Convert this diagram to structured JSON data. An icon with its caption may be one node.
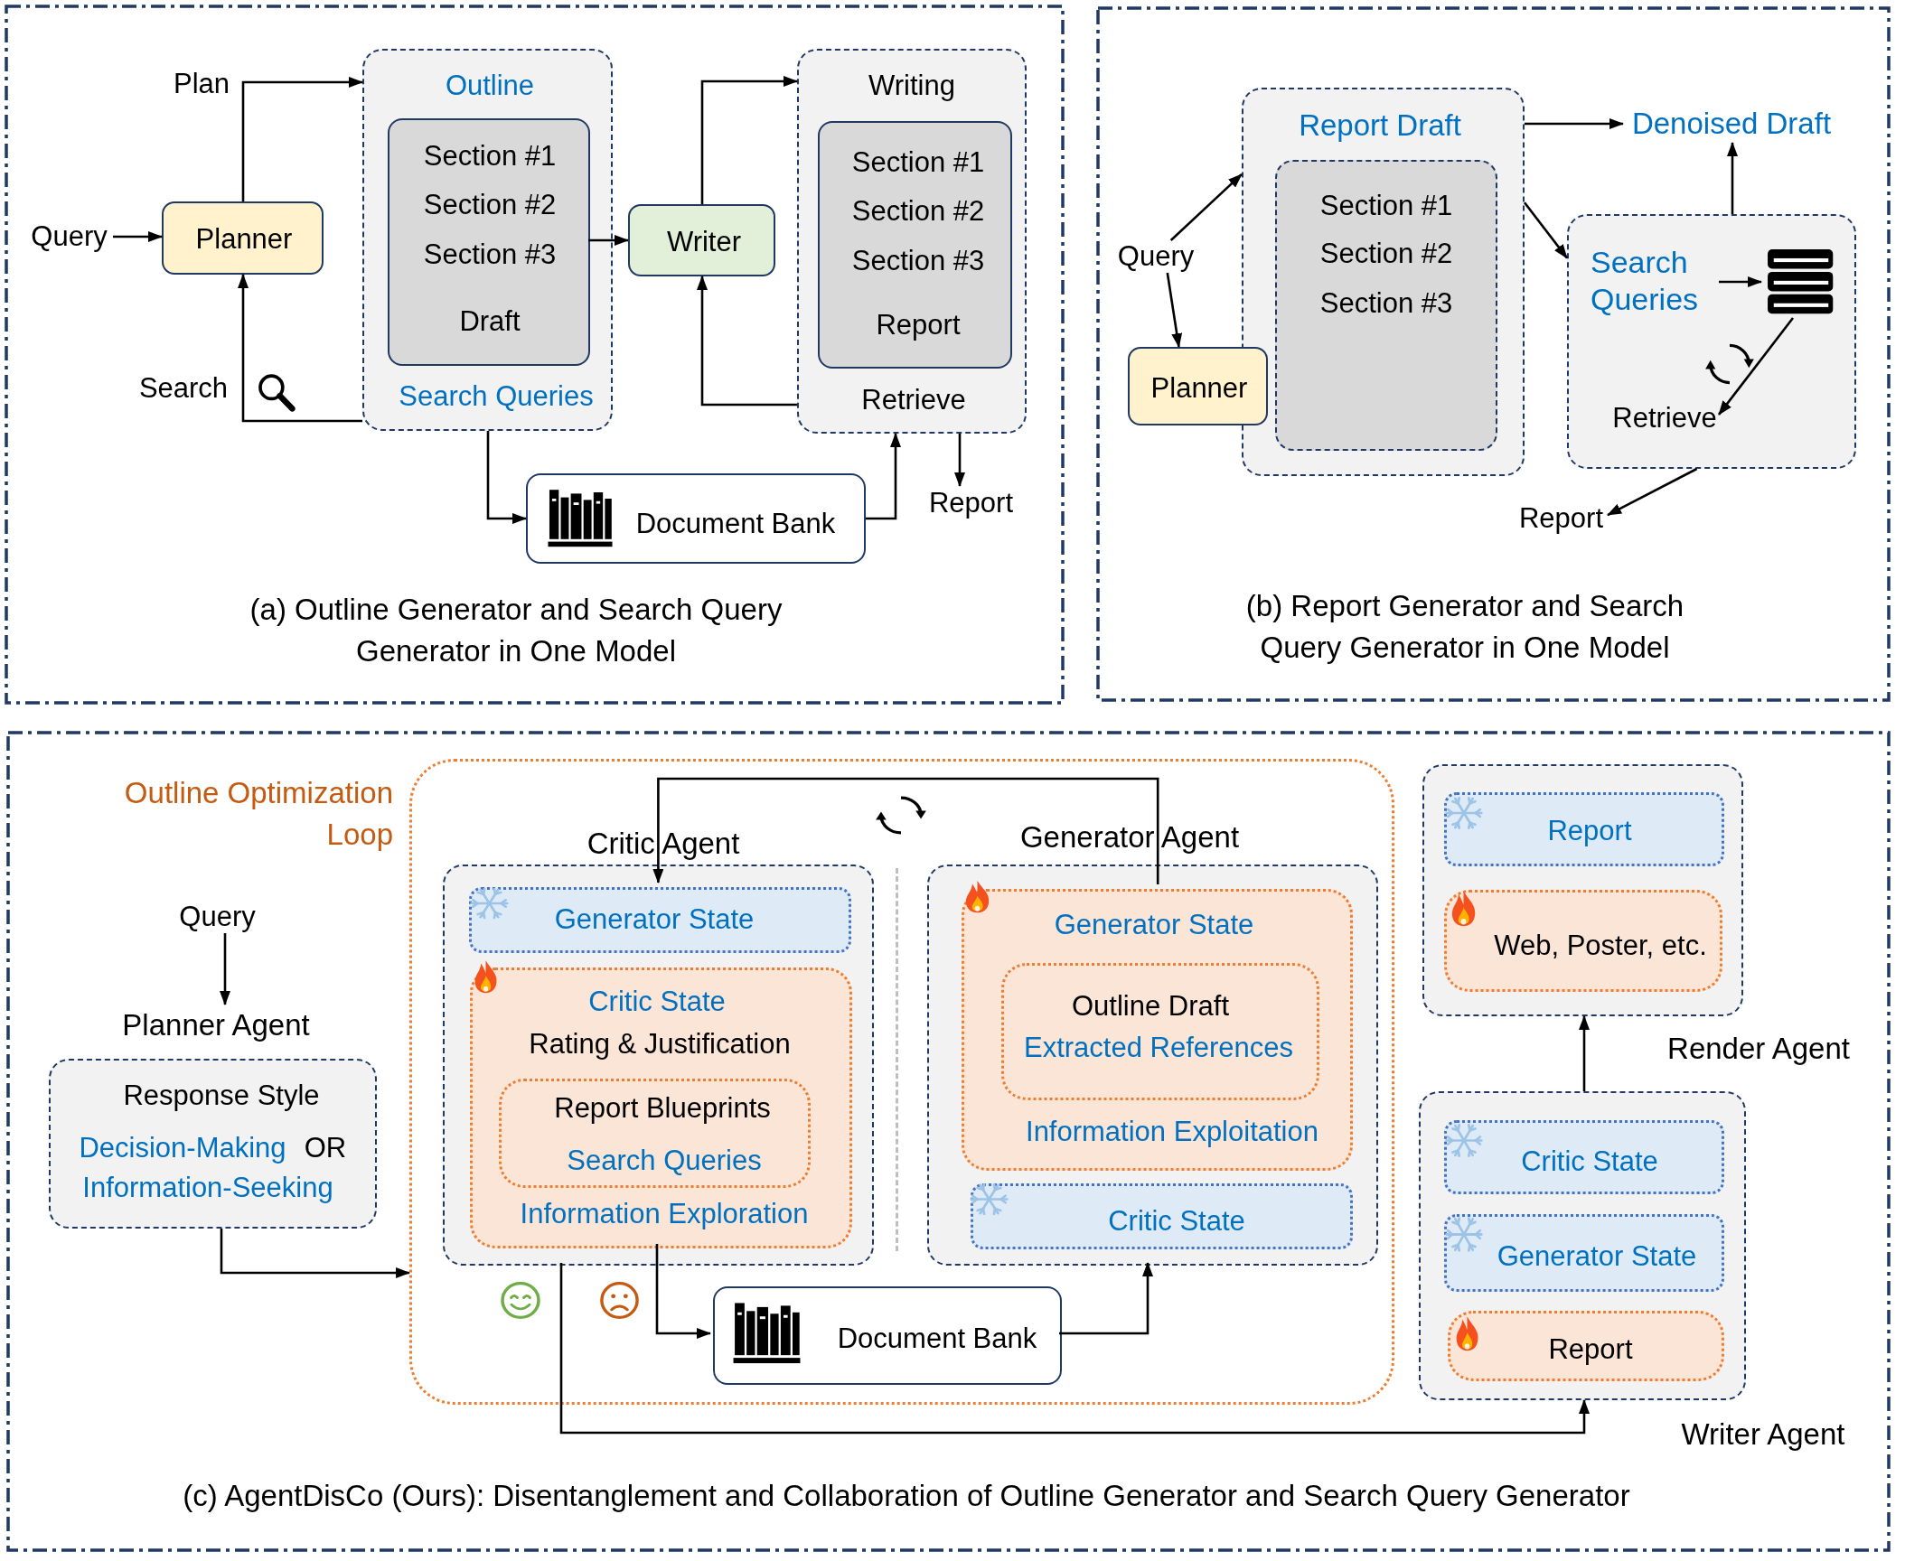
{
  "diagram": {
    "nodes": [
      {
        "text": [
          "(a) Outline Generator and Search Query Generator in One Model"
        ]
      },
      {
        "text": [
          "Query"
        ],
        "in": 0
      },
      {
        "text": [
          "Planner"
        ],
        "in": 0
      },
      {
        "text": [
          "Outline",
          "Search Queries"
        ],
        "in": 0
      },
      {
        "text": [
          "Section #1",
          "Section #2",
          "Section #3",
          "Draft"
        ],
        "in": 3
      },
      {
        "text": [
          "Writer"
        ],
        "in": 0
      },
      {
        "text": [
          "Writing",
          "Retrieve"
        ],
        "in": 0
      },
      {
        "text": [
          "Section #1",
          "Section #2",
          "Section #3",
          "Report"
        ],
        "in": 6
      },
      {
        "text": [
          "Document Bank"
        ],
        "in": 0
      },
      {
        "text": [
          "Report"
        ],
        "in": 0
      },
      {
        "text": [
          "(b) Report Generator and Search Query Generator in One Model"
        ]
      },
      {
        "text": [
          "Query"
        ],
        "in": 10
      },
      {
        "text": [
          "Report Draft"
        ],
        "in": 10
      },
      {
        "text": [
          "Section #1",
          "Section #2",
          "Section #3"
        ],
        "in": 12
      },
      {
        "text": [
          "Planner"
        ],
        "in": 10
      },
      {
        "text": [
          "Denoised Draft"
        ],
        "in": 10
      },
      {
        "text": [],
        "shape": "box",
        "in": 10
      },
      {
        "text": [
          "Search Queries"
        ],
        "in": 16
      },
      {
        "text": [],
        "shape": "picture",
        "in": 16
      },
      {
        "text": [
          "Retrieve"
        ],
        "in": 16
      },
      {
        "text": [
          "Report"
        ],
        "in": 10
      },
      {
        "text": [
          "(c) AgentDisCo (Ours): Disentanglement and Collaboration of Outline Generator and Search Query Generator"
        ]
      },
      {
        "text": [
          "Query"
        ],
        "in": 21
      },
      {
        "text": [
          "Planner Agent",
          "Response Style",
          "Decision-Making",
          "OR",
          "Information-Seeking"
        ],
        "in": 21
      },
      {
        "text": [
          "Outline Optimization Loop"
        ],
        "in": 21
      },
      {
        "text": [
          "Critic Agent"
        ],
        "in": 24
      },
      {
        "text": [
          "Generator State"
        ],
        "in": 25
      },
      {
        "text": [
          "Critic State",
          "Rating & Justification",
          "Information Exploration"
        ],
        "in": 25
      },
      {
        "text": [
          "Report Blueprints",
          "Search Queries"
        ],
        "in": 27
      },
      {
        "text": [
          "Generator Agent"
        ],
        "in": 24
      },
      {
        "text": [
          "Generator State",
          "Information Exploitation"
        ],
        "in": 29
      },
      {
        "text": [
          "Outline Draft",
          "Extracted References"
        ],
        "in": 30
      },
      {
        "text": [
          "Critic State"
        ],
        "in": 29
      },
      {
        "text": [
          "Document Bank"
        ],
        "in": 24
      },
      {
        "text": [
          "Render Agent"
        ],
        "in": 21
      },
      {
        "text": [
          "Report"
        ],
        "in": 34
      },
      {
        "text": [
          "Web, Poster, etc."
        ],
        "in": 34
      },
      {
        "text": [
          "Writer Agent"
        ],
        "in": 21
      },
      {
        "text": [
          "Critic State"
        ],
        "in": 37
      },
      {
        "text": [
          "Generator State"
        ],
        "in": 37
      },
      {
        "text": [
          "Report"
        ],
        "in": 37
      }
    ],
    "edges": [
      {
        "from": 1,
        "to": 2,
        "arrow": "to"
      },
      {
        "from": 2,
        "to": 3,
        "arrow": "to",
        "label": "Plan"
      },
      {
        "from": 3,
        "to": 2,
        "arrow": "to",
        "label": "Search"
      },
      {
        "from": 4,
        "to": 5,
        "arrow": "to"
      },
      {
        "from": 5,
        "to": 6,
        "arrow": "to"
      },
      {
        "from": 6,
        "to": 5,
        "arrow": "to"
      },
      {
        "from": 3,
        "to": 8,
        "arrow": "to"
      },
      {
        "from": 8,
        "to": 6,
        "arrow": "to"
      },
      {
        "from": 6,
        "to": 9,
        "arrow": "to"
      },
      {
        "from": 11,
        "to": 12,
        "arrow": "to"
      },
      {
        "from": 11,
        "to": 14,
        "arrow": "to"
      },
      {
        "from": 12,
        "to": 15,
        "arrow": "to"
      },
      {
        "from": 12,
        "to": 16,
        "arrow": "to"
      },
      {
        "from": 16,
        "to": 15,
        "arrow": "to"
      },
      {
        "from": 17,
        "to": 18,
        "arrow": "to"
      },
      {
        "from": 18,
        "to": 19,
        "arrow": "to"
      },
      {
        "from": 16,
        "to": 20,
        "arrow": "to"
      },
      {
        "from": 22,
        "to": 23,
        "arrow": "to"
      },
      {
        "from": 23,
        "to": 24,
        "arrow": "to"
      },
      {
        "from": 30,
        "to": 26,
        "arrow": "to"
      },
      {
        "from": 27,
        "to": 33,
        "arrow": "to"
      },
      {
        "from": 33,
        "to": 29,
        "arrow": "to"
      },
      {
        "from": 25,
        "to": 37,
        "arrow": "to"
      },
      {
        "from": 37,
        "to": 34,
        "arrow": "to"
      }
    ]
  }
}
